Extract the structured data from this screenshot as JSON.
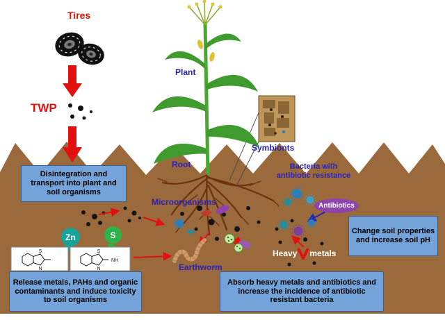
{
  "figure": {
    "labels": {
      "tires": "Tires",
      "twp": "TWP",
      "plant": "Plant",
      "root": "Root",
      "symbionts": "Symbionts",
      "bacteria_line1": "Bacteria with",
      "bacteria_line2": "antibiotic resistance",
      "antibiotics": "Antibiotics",
      "microorganisms": "Microorganisms",
      "earthworm": "Earthworm",
      "heavy_metals_word1": "Heavy",
      "heavy_metals_word2": "metals",
      "zinc": "Zn",
      "sulfur": "S"
    },
    "callouts": {
      "disintegration": "Disintegration and transport into plant and soil organisms",
      "change_soil": "Change soil properties and increase soil pH",
      "release": "Release metals, PAHs and organic contaminants and induce toxicity to soil organisms",
      "absorb": "Absorb heavy metals and antibiotics and increase the incidence of antibiotic resistant bacteria"
    },
    "chemistry": {
      "structure1": {
        "s": "S",
        "n": "N"
      },
      "structure2": {
        "s": "S",
        "n": "N",
        "nh": "NH"
      }
    },
    "colors": {
      "soil": "#9a6a3c",
      "callout_fill": "#74a3da",
      "callout_border": "#2f5f9e",
      "label_blue": "#2a21b5",
      "accent_red": "#e31010",
      "zinc_badge": "#17a398",
      "sulfur_badge": "#2db34a",
      "antibiotics_pill": "#8e44ad"
    }
  }
}
